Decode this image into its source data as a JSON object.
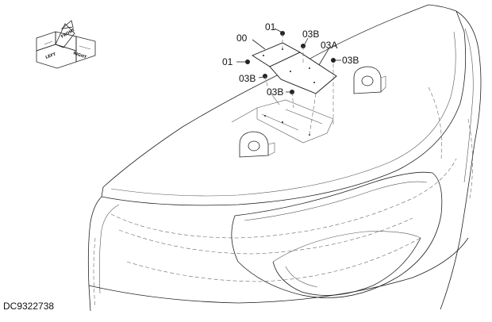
{
  "drawing_code": "DC9322738",
  "orientation_icon": {
    "icon": "orientation-cube-icon",
    "labels": [
      "FRONT",
      "LEFT",
      "RIGHT"
    ]
  },
  "callouts": [
    {
      "id": "callout-01-top",
      "text": "01"
    },
    {
      "id": "callout-00",
      "text": "00"
    },
    {
      "id": "callout-03b-top",
      "text": "03B"
    },
    {
      "id": "callout-03a",
      "text": "03A"
    },
    {
      "id": "callout-01-left",
      "text": "01"
    },
    {
      "id": "callout-03b-right",
      "text": "03B"
    },
    {
      "id": "callout-03b-left",
      "text": "03B"
    },
    {
      "id": "callout-03b-bottom",
      "text": "03B"
    }
  ]
}
